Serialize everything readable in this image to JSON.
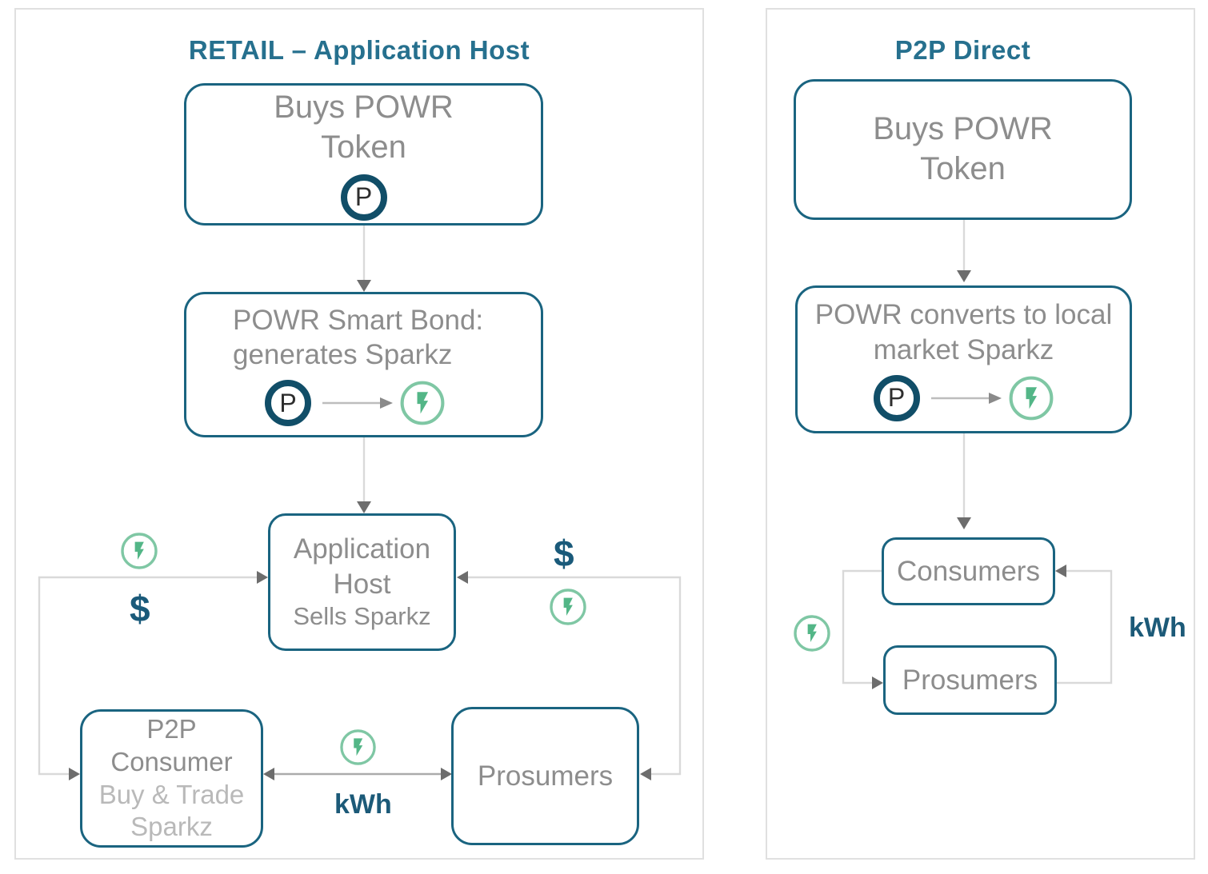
{
  "icons": {
    "powr_token_letter": "P",
    "sparkz_icon": "lightning-bolt-in-circle"
  },
  "colors": {
    "box_border_teal": "#1a6480",
    "title_teal": "#26708e",
    "body_gray": "#8d8d8d",
    "muted_gray": "#b9b9b9",
    "money_teal": "#1a5a7a",
    "sparkz_green": "#53b687",
    "sparkz_ring_green": "#7fc7a4",
    "token_ring_navy": "#114e68",
    "connector_gray": "#d5d5d5",
    "arrowhead_gray": "#6d6d6d",
    "panel_border": "#e0e0e0"
  },
  "panels": {
    "retail": {
      "title": "RETAIL – Application Host",
      "buys_powr_box": {
        "line1": "Buys POWR",
        "line2": "Token"
      },
      "smart_bond_box": {
        "line1": "POWR Smart Bond:",
        "line2": "generates Sparkz"
      },
      "app_host_box": {
        "line1": "Application",
        "line2": "Host",
        "line3": "Sells Sparkz"
      },
      "p2p_consumer_box": {
        "line1": "P2P",
        "line2": "Consumer",
        "line3": "Buy & Trade",
        "line4": "Sparkz"
      },
      "prosumers_box": {
        "label": "Prosumers"
      },
      "left_flow": {
        "money_label": "$"
      },
      "right_flow": {
        "money_label": "$"
      },
      "bottom_flow": {
        "kwh_label": "kWh"
      }
    },
    "p2p_direct": {
      "title": "P2P Direct",
      "buys_powr_box": {
        "line1": "Buys POWR",
        "line2": "Token"
      },
      "converts_box": {
        "line1": "POWR converts to local",
        "line2": "market Sparkz"
      },
      "consumers_box": {
        "label": "Consumers"
      },
      "prosumers_box": {
        "label": "Prosumers"
      },
      "energy_flow": {
        "kwh_label": "kWh"
      }
    }
  }
}
